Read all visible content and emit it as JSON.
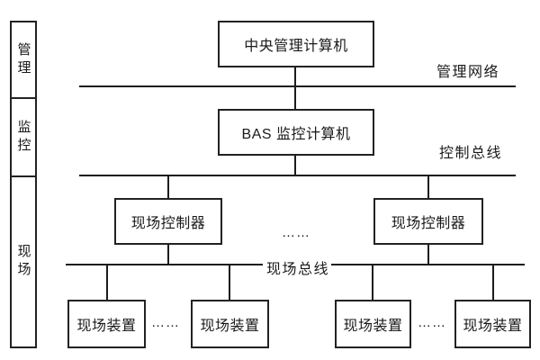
{
  "diagram": {
    "sidebar": {
      "levels": [
        {
          "label": "管理"
        },
        {
          "label": "监控"
        },
        {
          "label": "现场"
        }
      ]
    },
    "nodes": {
      "central_computer": "中央管理计算机",
      "bas_computer": "BAS 监控计算机",
      "controllers": [
        "现场控制器",
        "现场控制器"
      ],
      "devices": [
        "现场装置",
        "现场装置",
        "现场装置",
        "现场装置"
      ]
    },
    "buses": {
      "management_network": "管理网络",
      "control_bus": "控制总线",
      "field_bus": "现场总线"
    },
    "ellipsis": [
      "……",
      "……",
      "……"
    ],
    "colors": {
      "line": "#1c1c1c",
      "border": "#222222",
      "background": "#ffffff",
      "text": "#1a1a1a"
    }
  }
}
